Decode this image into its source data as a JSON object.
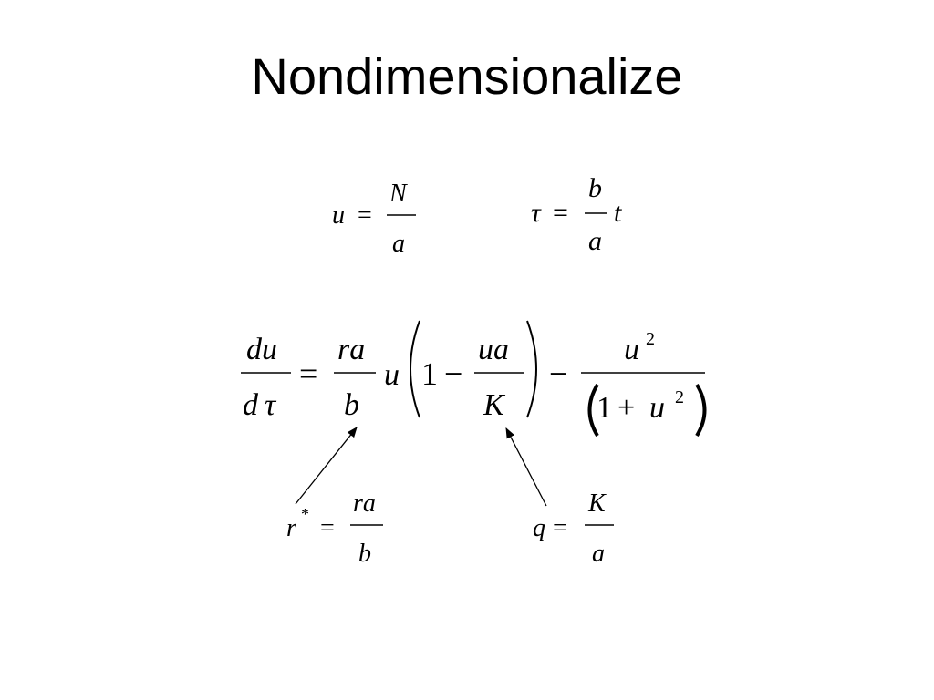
{
  "slide": {
    "title": "Nondimensionalize"
  },
  "eq_u": {
    "lhs": "u",
    "eq": "=",
    "num": "N",
    "den": "a"
  },
  "eq_tau": {
    "lhs": "τ",
    "eq": "=",
    "num": "b",
    "den": "a",
    "rhs": "t"
  },
  "main_eq": {
    "lhs_num": "du",
    "lhs_den_d": "d",
    "lhs_den_tau": "τ",
    "eq": "=",
    "c1_num": "ra",
    "c1_den": "b",
    "u": "u",
    "one": "1",
    "minus": "−",
    "c2_num": "ua",
    "c2_den": "K",
    "minus2": "−",
    "c3_num_u": "u",
    "c3_num_exp": "2",
    "c3_den_one": "1",
    "c3_den_plus": "+",
    "c3_den_u": "u",
    "c3_den_exp": "2"
  },
  "eq_rstar": {
    "lhs": "r",
    "star": "*",
    "eq": "=",
    "num": "ra",
    "den": "b"
  },
  "eq_q": {
    "lhs": "q",
    "eq": "=",
    "num": "K",
    "den": "a"
  }
}
